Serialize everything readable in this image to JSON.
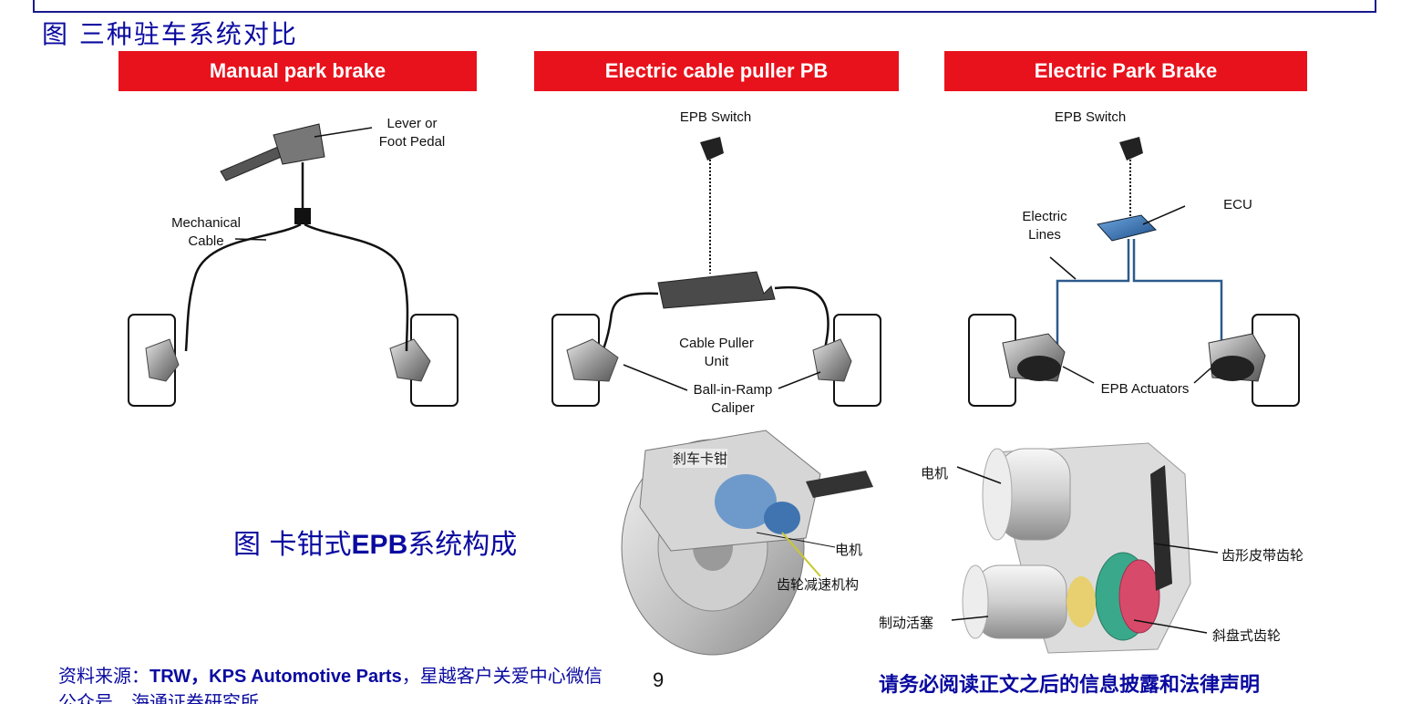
{
  "header": {
    "figure_title": "图 三种驻车系统对比"
  },
  "panels": {
    "manual": {
      "banner": "Manual park brake",
      "lever_label_line1": "Lever or",
      "lever_label_line2": "Foot Pedal",
      "cable_label_line1": "Mechanical",
      "cable_label_line2": "Cable"
    },
    "cable_puller": {
      "banner": "Electric cable puller PB",
      "switch_label": "EPB Switch",
      "unit_label_line1": "Cable Puller",
      "unit_label_line2": "Unit",
      "caliper_label_line1": "Ball-in-Ramp",
      "caliper_label_line2": "Caliper"
    },
    "epb": {
      "banner": "Electric Park Brake",
      "switch_label": "EPB Switch",
      "ecu_label": "ECU",
      "lines_label_line1": "Electric",
      "lines_label_line2": "Lines",
      "actuator_label": "EPB Actuators"
    }
  },
  "caliper_figure": {
    "title_prefix": "图 卡钳式",
    "title_bold": "EPB",
    "title_suffix": "系统构成",
    "label_brake_caliper": "刹车卡钳",
    "label_motor": "电机",
    "label_gear_reduction": "齿轮减速机构"
  },
  "motor_figure": {
    "label_motor": "电机",
    "label_belt_gear": "齿形皮带齿轮",
    "label_piston": "制动活塞",
    "label_swash_gear": "斜盘式齿轮"
  },
  "footer": {
    "source_prefix": "资料来源：",
    "source_bold": "TRW，KPS Automotive Parts",
    "source_suffix": "，星越客户关爱中心微信公众号，海通证券研究所",
    "page_number": "9",
    "disclaimer": "请务必阅读正文之后的信息披露和法律声明"
  },
  "colors": {
    "banner_red": "#e8121c",
    "title_blue": "#0a0aa0",
    "wire_blue": "#2d5a8c"
  }
}
